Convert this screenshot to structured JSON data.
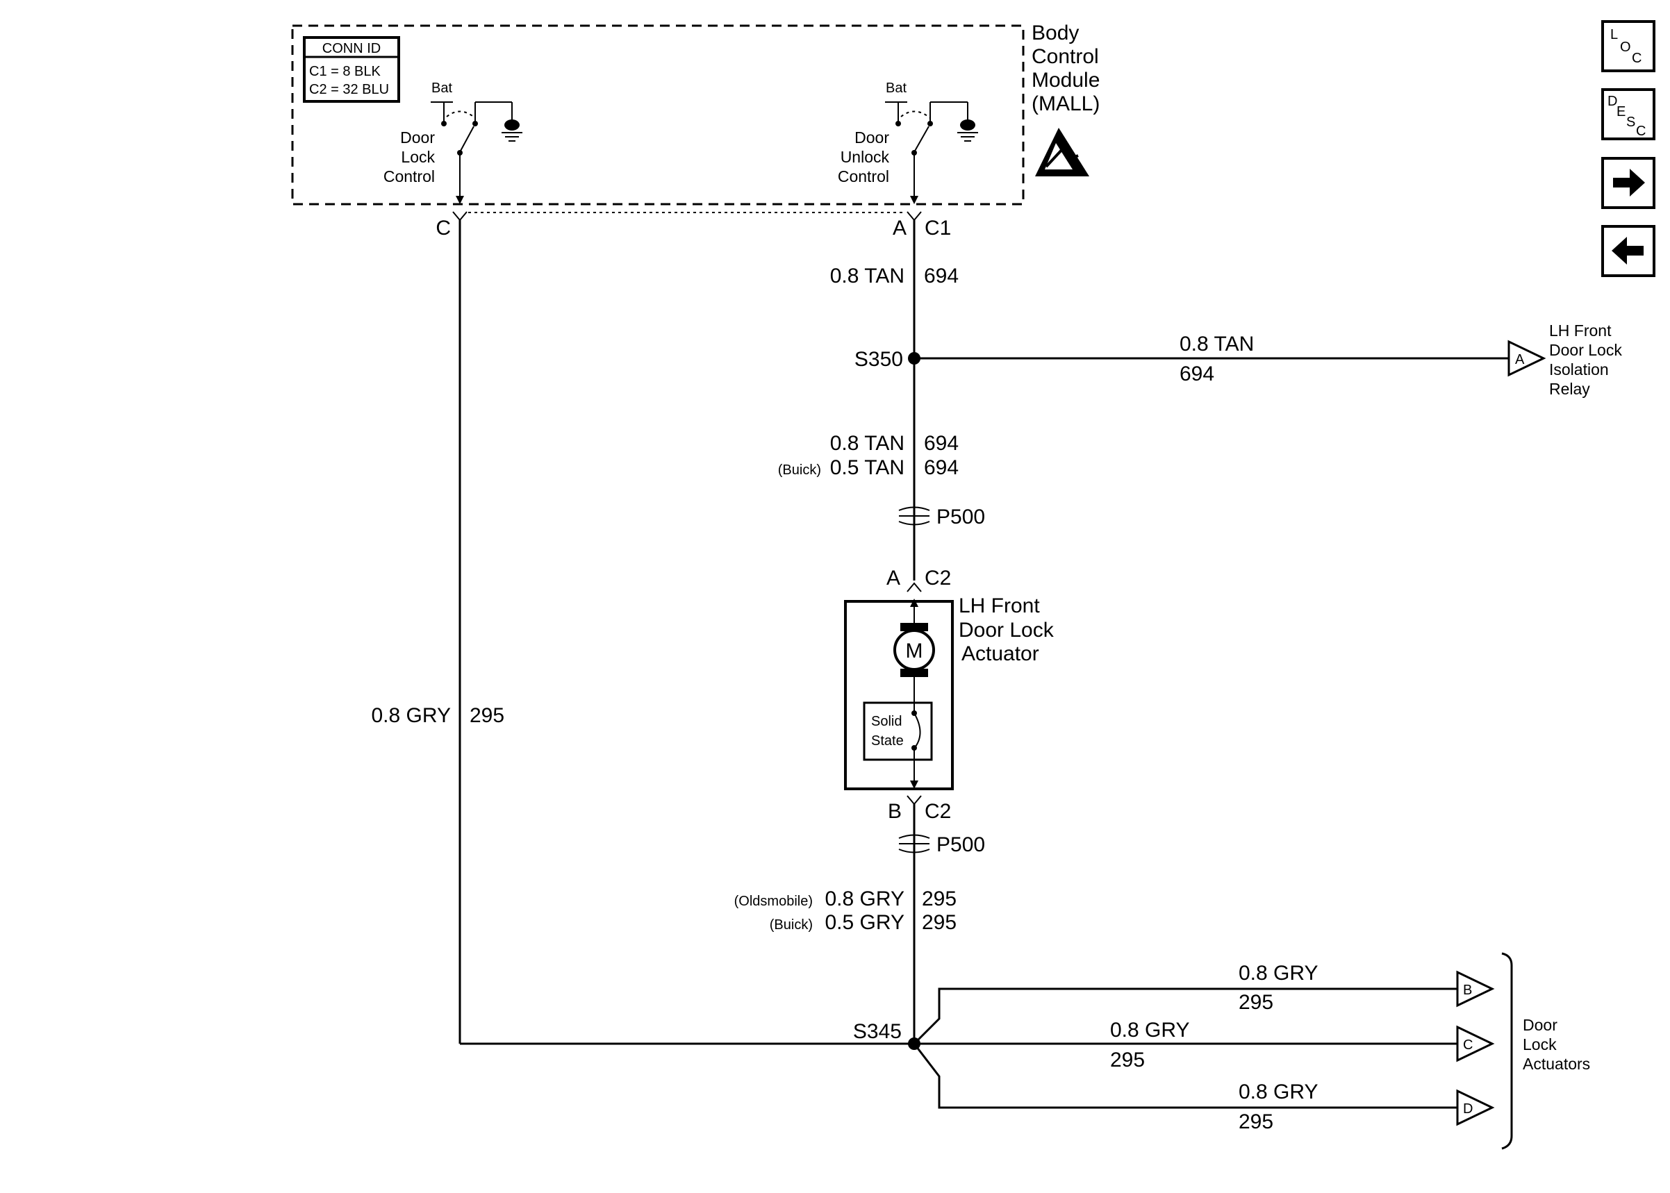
{
  "module": {
    "title": [
      "Body",
      "Control",
      "Module",
      "(MALL)"
    ],
    "conn_id": {
      "header": "CONN ID",
      "rows": [
        "C1 = 8 BLK",
        "C2 = 32 BLU"
      ]
    },
    "switch_lock": {
      "bat": "Bat",
      "label": [
        "Door",
        "Lock",
        "Control"
      ]
    },
    "switch_unlock": {
      "bat": "Bat",
      "label": [
        "Door",
        "Unlock",
        "Control"
      ]
    },
    "esd_icon": "esd-warning-icon"
  },
  "pins": {
    "lock_pin": "C",
    "unlock_pin": "A",
    "unlock_conn": "C1",
    "actuator_top_pin": "A",
    "actuator_top_conn": "C2",
    "actuator_bot_pin": "B",
    "actuator_bot_conn": "C2"
  },
  "wires": {
    "unlock_upper": {
      "gauge": "0.8 TAN",
      "circuit": "694"
    },
    "relay_branch": {
      "gauge": "0.8 TAN",
      "circuit": "694"
    },
    "unlock_lower": {
      "gauge": "0.8 TAN",
      "circuit": "694"
    },
    "unlock_lower_buick": {
      "note": "(Buick)",
      "gauge": "0.5 TAN",
      "circuit": "694"
    },
    "lock_wire": {
      "gauge": "0.8 GRY",
      "circuit": "295"
    },
    "actuator_lower_olds": {
      "note": "(Oldsmobile)",
      "gauge": "0.8 GRY",
      "circuit": "295"
    },
    "actuator_lower_buick": {
      "note": "(Buick)",
      "gauge": "0.5 GRY",
      "circuit": "295"
    },
    "branch_b": {
      "gauge": "0.8 GRY",
      "circuit": "295"
    },
    "branch_c": {
      "gauge": "0.8 GRY",
      "circuit": "295"
    },
    "branch_d": {
      "gauge": "0.8 GRY",
      "circuit": "295"
    }
  },
  "splices": {
    "s350": "S350",
    "s345": "S345"
  },
  "passthrough": {
    "upper": "P500",
    "lower": "P500"
  },
  "actuator": {
    "label": [
      "LH Front",
      "Door Lock",
      "Actuator"
    ],
    "motor": "M",
    "solid_state": [
      "Solid",
      "State"
    ]
  },
  "relay_ref": {
    "letter": "A",
    "label": [
      "LH Front",
      "Door Lock",
      "Isolation",
      "Relay"
    ]
  },
  "door_refs": {
    "letters": [
      "B",
      "C",
      "D"
    ],
    "label": [
      "Door",
      "Lock",
      "Actuators"
    ]
  },
  "nav": {
    "loc": [
      "L",
      "O",
      "C"
    ],
    "desc": [
      "D",
      "E",
      "S",
      "C"
    ],
    "next_icon": "arrow-right-icon",
    "prev_icon": "arrow-left-icon"
  }
}
